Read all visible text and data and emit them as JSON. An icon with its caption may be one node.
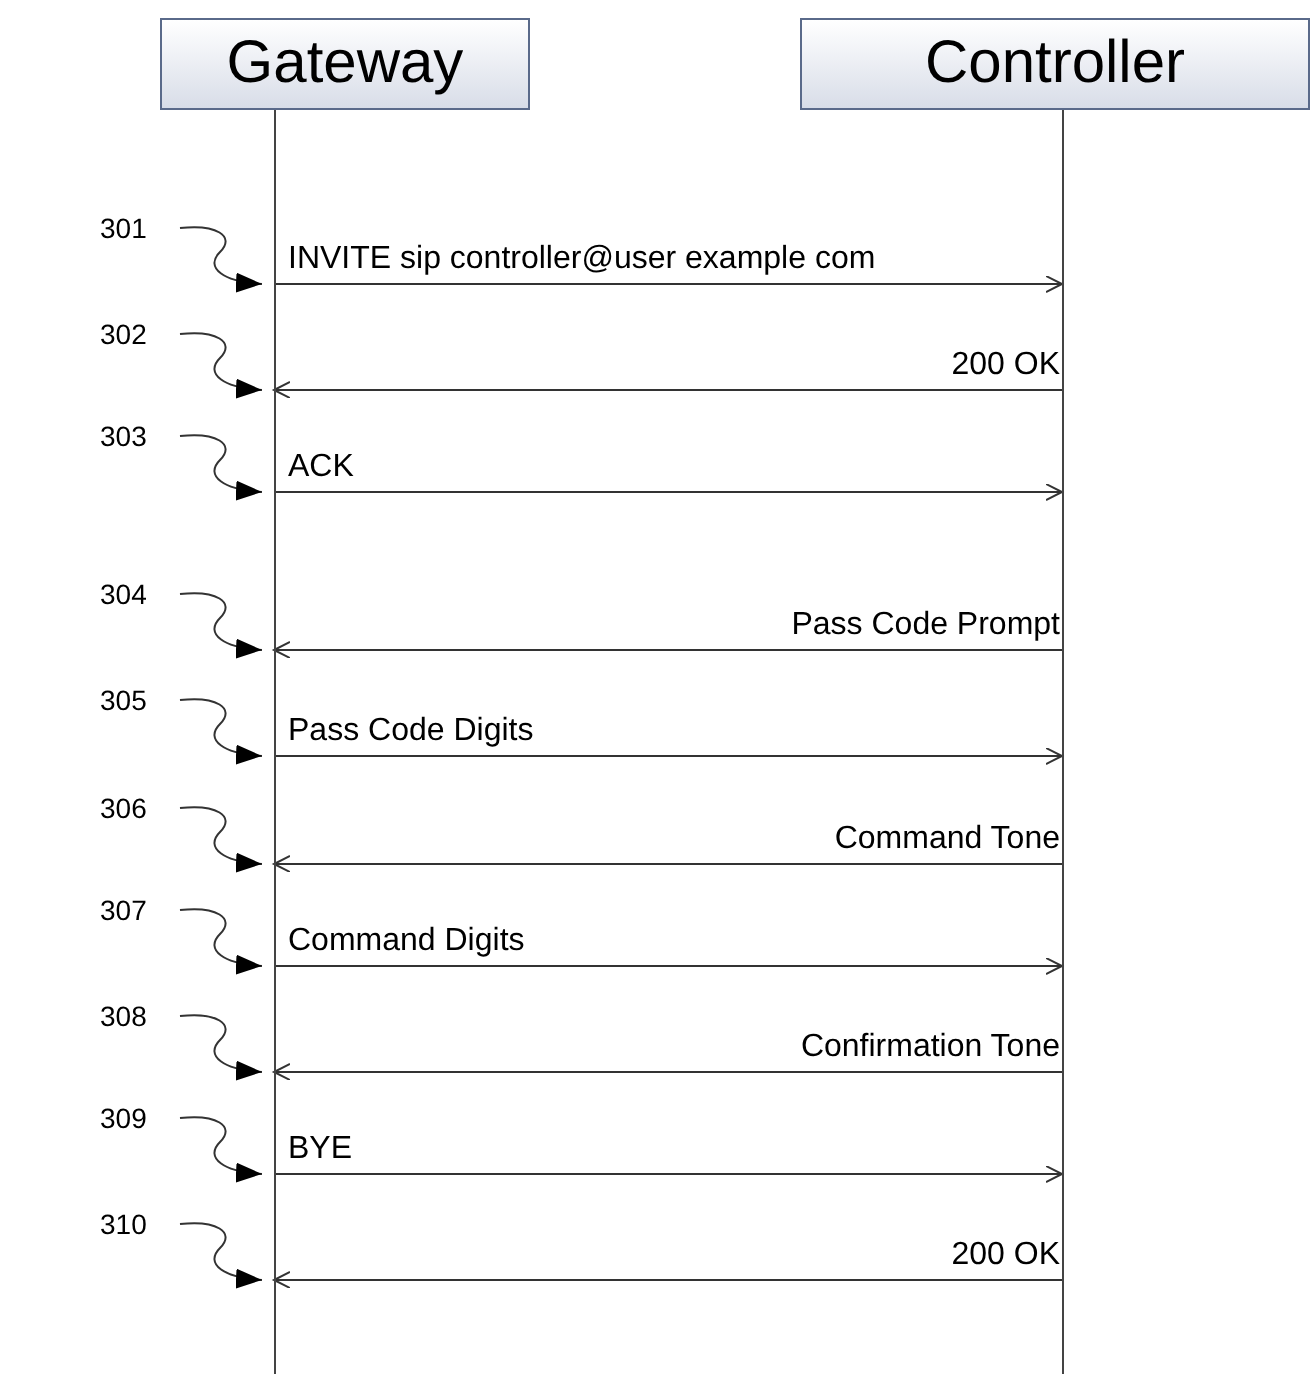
{
  "diagram": {
    "nodes": [
      {
        "text": [
          "Gateway"
        ]
      },
      {
        "text": [
          "Controller"
        ]
      },
      {
        "text": [
          "301"
        ]
      },
      {
        "text": [
          "302"
        ]
      },
      {
        "text": [
          "303"
        ]
      },
      {
        "text": [
          "304"
        ]
      },
      {
        "text": [
          "305"
        ]
      },
      {
        "text": [
          "306"
        ]
      },
      {
        "text": [
          "307"
        ]
      },
      {
        "text": [
          "308"
        ]
      },
      {
        "text": [
          "309"
        ]
      },
      {
        "text": [
          "310"
        ]
      }
    ],
    "edges": [
      {
        "from": 0,
        "to": 1,
        "arrow": "to",
        "label": "INVITE sip controller@user example com"
      },
      {
        "from": 1,
        "to": 0,
        "arrow": "to",
        "label": "200 OK"
      },
      {
        "from": 0,
        "to": 1,
        "arrow": "to",
        "label": "ACK"
      },
      {
        "from": 1,
        "to": 0,
        "arrow": "to",
        "label": "Pass Code Prompt"
      },
      {
        "from": 0,
        "to": 1,
        "arrow": "to",
        "label": "Pass Code Digits"
      },
      {
        "from": 1,
        "to": 0,
        "arrow": "to",
        "label": "Command Tone"
      },
      {
        "from": 0,
        "to": 1,
        "arrow": "to",
        "label": "Command Digits"
      },
      {
        "from": 1,
        "to": 0,
        "arrow": "to",
        "label": "Confirmation Tone"
      },
      {
        "from": 0,
        "to": 1,
        "arrow": "to",
        "label": "BYE"
      },
      {
        "from": 1,
        "to": 0,
        "arrow": "to",
        "label": "200 OK"
      },
      {
        "from": 2,
        "to": 0,
        "arrow": "to"
      },
      {
        "from": 3,
        "to": 0,
        "arrow": "to"
      },
      {
        "from": 4,
        "to": 0,
        "arrow": "to"
      },
      {
        "from": 5,
        "to": 0,
        "arrow": "to"
      },
      {
        "from": 6,
        "to": 0,
        "arrow": "to"
      },
      {
        "from": 7,
        "to": 0,
        "arrow": "to"
      },
      {
        "from": 8,
        "to": 0,
        "arrow": "to"
      },
      {
        "from": 9,
        "to": 0,
        "arrow": "to"
      },
      {
        "from": 10,
        "to": 0,
        "arrow": "to"
      },
      {
        "from": 11,
        "to": 0,
        "arrow": "to"
      }
    ]
  }
}
